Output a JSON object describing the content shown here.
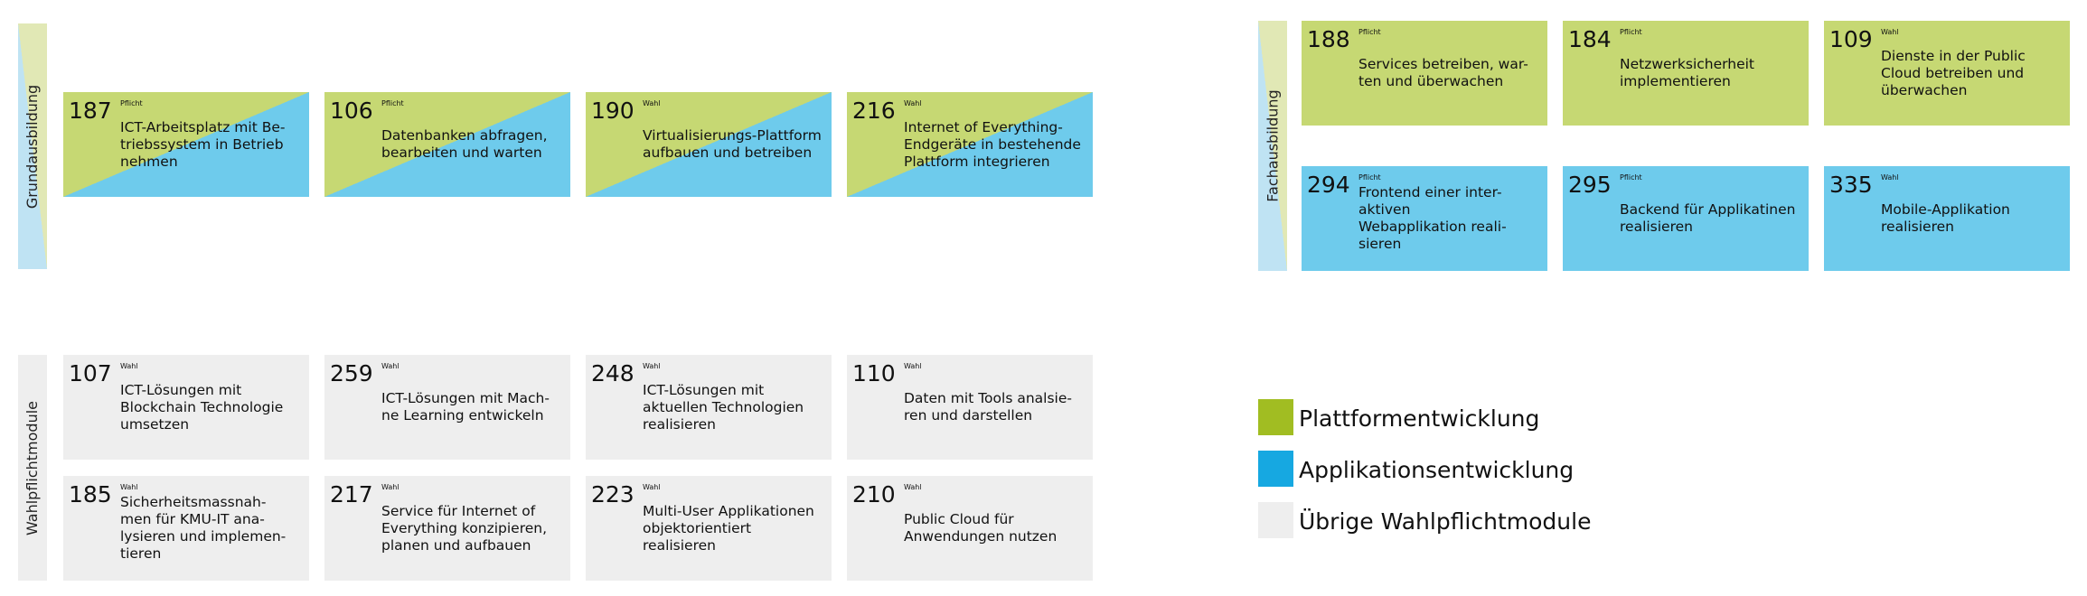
{
  "sections": {
    "grundausbildung": "Grundausbildung",
    "fachausbildung": "Fachausbildung",
    "wahlpflichtmodule": "Wahlpflichtmodule"
  },
  "grund_modules": [
    {
      "number": "187",
      "type": "Pflicht",
      "text": "ICT-Arbeitsplatz mit Be-\ntriebssystem in Betrieb\nnehmen"
    },
    {
      "number": "106",
      "type": "Pflicht",
      "text": "Datenbanken abfragen,\nbearbeiten und warten"
    },
    {
      "number": "190",
      "type": "Wahl",
      "text": "Virtualisierungs-Plattform\naufbauen und betreiben"
    },
    {
      "number": "216",
      "type": "Wahl",
      "text": "Internet of Everything-\nEndgeräte in bestehende\nPlattform integrieren"
    }
  ],
  "fach_modules_platform": [
    {
      "number": "188",
      "type": "Pflicht",
      "text": "Services betreiben, war-\nten und überwachen"
    },
    {
      "number": "184",
      "type": "Pflicht",
      "text": "Netzwerksicherheit\nimplementieren"
    },
    {
      "number": "109",
      "type": "Wahl",
      "text": "Dienste in der Public\nCloud betreiben und\nüberwachen"
    }
  ],
  "fach_modules_app": [
    {
      "number": "294",
      "type": "Pflicht",
      "text": "Frontend einer inter-\naktiven\nWebapplikation reali-\nsieren"
    },
    {
      "number": "295",
      "type": "Pflicht",
      "text": "Backend für Applikatinen\nrealisieren"
    },
    {
      "number": "335",
      "type": "Wahl",
      "text": "Mobile-Applikation\nrealisieren"
    }
  ],
  "wahl_modules_row1": [
    {
      "number": "107",
      "type": "Wahl",
      "text": "ICT-Lösungen mit\nBlockchain Technologie\numsetzen"
    },
    {
      "number": "259",
      "type": "Wahl",
      "text": "ICT-Lösungen mit Mach-\nne Learning entwickeln"
    },
    {
      "number": "248",
      "type": "Wahl",
      "text": "ICT-Lösungen mit\naktuellen Technologien\nrealisieren"
    },
    {
      "number": "110",
      "type": "Wahl",
      "text": "Daten mit Tools analsie-\nren und darstellen"
    }
  ],
  "wahl_modules_row2": [
    {
      "number": "185",
      "type": "Wahl",
      "text": "Sicherheitsmassnah-\nmen für KMU-IT ana-\nlysieren und implemen-\ntieren"
    },
    {
      "number": "217",
      "type": "Wahl",
      "text": "Service für Internet of\nEverything konzipieren,\nplanen und aufbauen"
    },
    {
      "number": "223",
      "type": "Wahl",
      "text": "Multi-User Applikationen\nobjektorientiert\nrealisieren"
    },
    {
      "number": "210",
      "type": "Wahl",
      "text": "Public Cloud für\nAnwendungen nutzen"
    }
  ],
  "legend": [
    {
      "label": "Plattformentwicklung",
      "color": "#a1bd22"
    },
    {
      "label": "Applikationsentwicklung",
      "color": "#16a8e1"
    },
    {
      "label": "Übrige Wahlpflichtmodule",
      "color": "#eeeeee"
    }
  ],
  "colors": {
    "platform_card": "#c6d873",
    "application_card": "#6ecbec",
    "other_card": "#eeeeee"
  }
}
